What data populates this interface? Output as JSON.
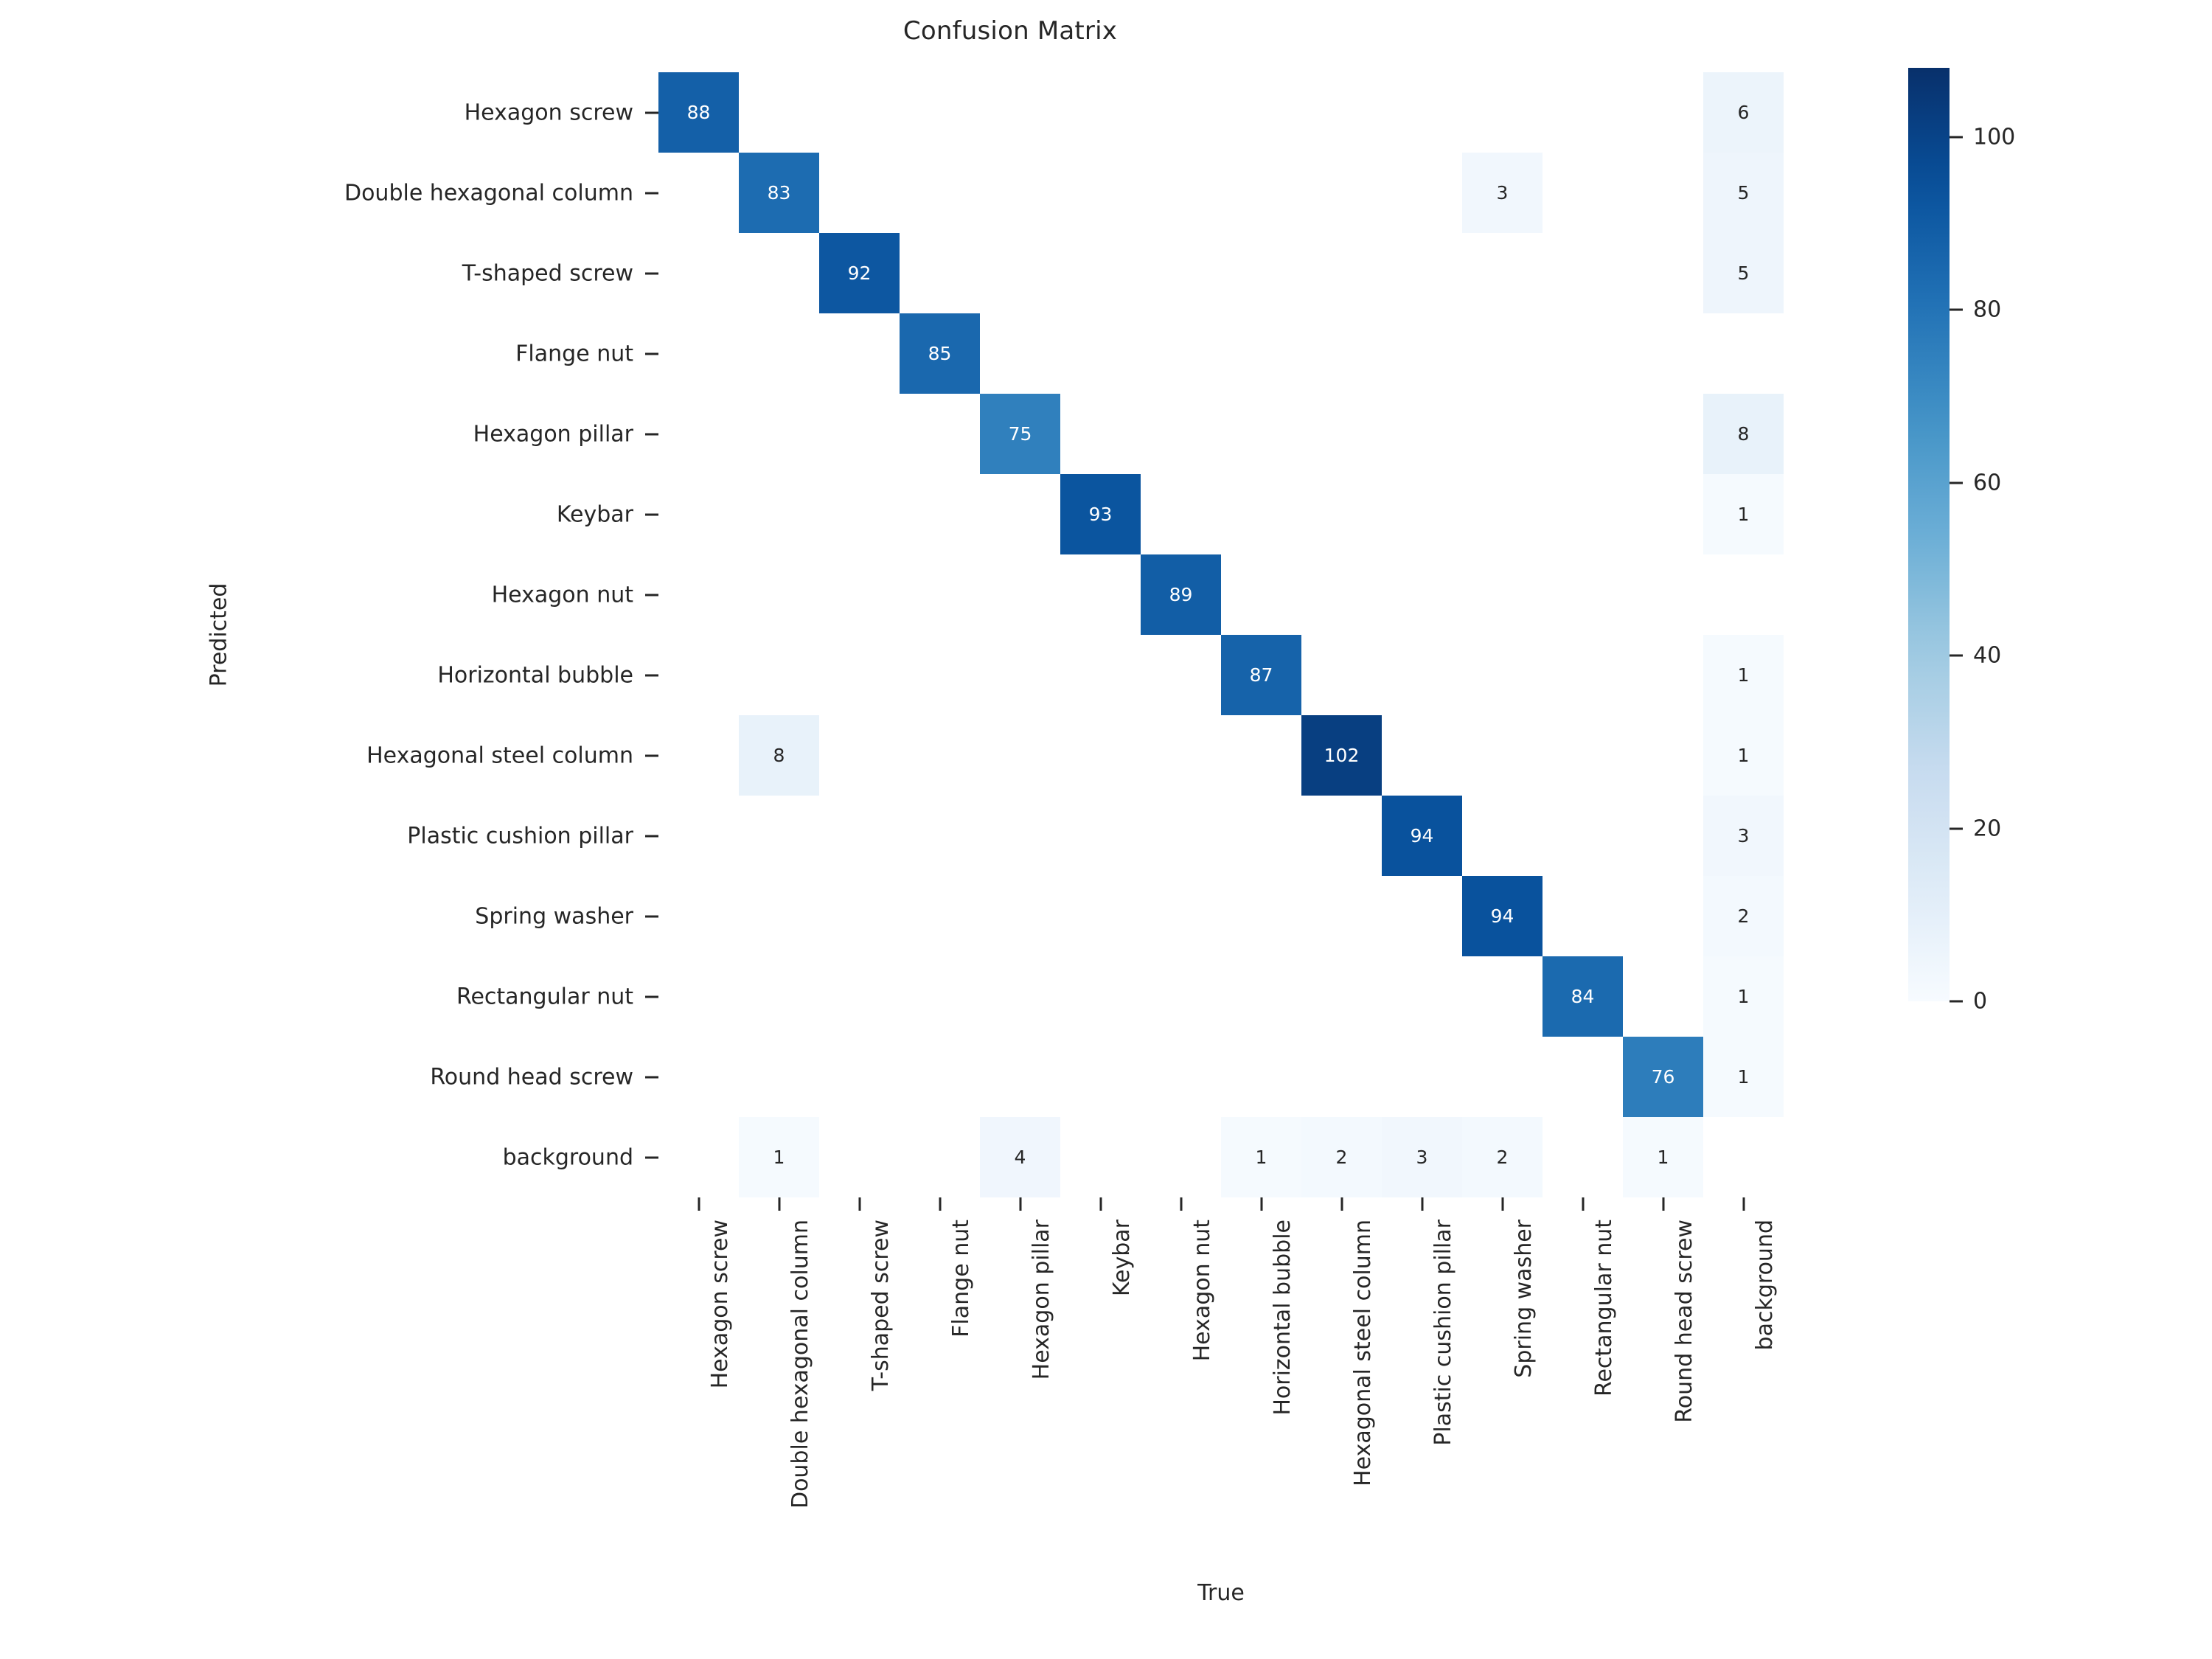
{
  "chart_data": {
    "type": "heatmap",
    "title": "Confusion Matrix",
    "xlabel": "True",
    "ylabel": "Predicted",
    "colormap": "Blues",
    "grid": false,
    "legend_position": "right-colorbar",
    "colorbar": {
      "ticks": [
        0,
        20,
        40,
        60,
        80,
        100
      ],
      "tick_labels": [
        "0",
        "20",
        "40",
        "60",
        "80",
        "100"
      ],
      "vmin": 0,
      "vmax": 108
    },
    "x_categories": [
      "Hexagon screw",
      "Double hexagonal column",
      "T-shaped screw",
      "Flange nut",
      "Hexagon pillar",
      "Keybar",
      "Hexagon nut",
      "Horizontal bubble",
      "Hexagonal steel column",
      "Plastic cushion pillar",
      "Spring washer",
      "Rectangular nut",
      "Round head screw",
      "background"
    ],
    "y_categories": [
      "Hexagon screw",
      "Double hexagonal column",
      "T-shaped screw",
      "Flange nut",
      "Hexagon pillar",
      "Keybar",
      "Hexagon nut",
      "Horizontal bubble",
      "Hexagonal steel column",
      "Plastic cushion pillar",
      "Spring washer",
      "Rectangular nut",
      "Round head screw",
      "background"
    ],
    "matrix": [
      [
        88,
        0,
        0,
        0,
        0,
        0,
        0,
        0,
        0,
        0,
        0,
        0,
        0,
        6
      ],
      [
        0,
        83,
        0,
        0,
        0,
        0,
        0,
        0,
        0,
        0,
        3,
        0,
        0,
        5
      ],
      [
        0,
        0,
        92,
        0,
        0,
        0,
        0,
        0,
        0,
        0,
        0,
        0,
        0,
        5
      ],
      [
        0,
        0,
        0,
        85,
        0,
        0,
        0,
        0,
        0,
        0,
        0,
        0,
        0,
        0
      ],
      [
        0,
        0,
        0,
        0,
        75,
        0,
        0,
        0,
        0,
        0,
        0,
        0,
        0,
        8
      ],
      [
        0,
        0,
        0,
        0,
        0,
        93,
        0,
        0,
        0,
        0,
        0,
        0,
        0,
        1
      ],
      [
        0,
        0,
        0,
        0,
        0,
        0,
        89,
        0,
        0,
        0,
        0,
        0,
        0,
        0
      ],
      [
        0,
        0,
        0,
        0,
        0,
        0,
        0,
        87,
        0,
        0,
        0,
        0,
        0,
        1
      ],
      [
        0,
        8,
        0,
        0,
        0,
        0,
        0,
        0,
        102,
        0,
        0,
        0,
        0,
        1
      ],
      [
        0,
        0,
        0,
        0,
        0,
        0,
        0,
        0,
        0,
        94,
        0,
        0,
        0,
        3
      ],
      [
        0,
        0,
        0,
        0,
        0,
        0,
        0,
        0,
        0,
        0,
        94,
        0,
        0,
        2
      ],
      [
        0,
        0,
        0,
        0,
        0,
        0,
        0,
        0,
        0,
        0,
        0,
        84,
        0,
        1
      ],
      [
        0,
        0,
        0,
        0,
        0,
        0,
        0,
        0,
        0,
        0,
        0,
        0,
        76,
        1
      ],
      [
        0,
        1,
        0,
        0,
        4,
        0,
        0,
        1,
        2,
        3,
        2,
        0,
        1,
        0
      ]
    ],
    "annotations": [
      {
        "row": 0,
        "col": 0,
        "text": "88"
      },
      {
        "row": 0,
        "col": 13,
        "text": "6"
      },
      {
        "row": 1,
        "col": 1,
        "text": "83"
      },
      {
        "row": 1,
        "col": 10,
        "text": "3"
      },
      {
        "row": 1,
        "col": 13,
        "text": "5"
      },
      {
        "row": 2,
        "col": 2,
        "text": "92"
      },
      {
        "row": 2,
        "col": 13,
        "text": "5"
      },
      {
        "row": 3,
        "col": 3,
        "text": "85"
      },
      {
        "row": 4,
        "col": 4,
        "text": "75"
      },
      {
        "row": 4,
        "col": 13,
        "text": "8"
      },
      {
        "row": 5,
        "col": 5,
        "text": "93"
      },
      {
        "row": 5,
        "col": 13,
        "text": "1"
      },
      {
        "row": 6,
        "col": 6,
        "text": "89"
      },
      {
        "row": 7,
        "col": 7,
        "text": "87"
      },
      {
        "row": 7,
        "col": 13,
        "text": "1"
      },
      {
        "row": 8,
        "col": 1,
        "text": "8"
      },
      {
        "row": 8,
        "col": 8,
        "text": "102"
      },
      {
        "row": 8,
        "col": 13,
        "text": "1"
      },
      {
        "row": 9,
        "col": 9,
        "text": "94"
      },
      {
        "row": 9,
        "col": 13,
        "text": "3"
      },
      {
        "row": 10,
        "col": 10,
        "text": "94"
      },
      {
        "row": 10,
        "col": 13,
        "text": "2"
      },
      {
        "row": 11,
        "col": 11,
        "text": "84"
      },
      {
        "row": 11,
        "col": 13,
        "text": "1"
      },
      {
        "row": 12,
        "col": 12,
        "text": "76"
      },
      {
        "row": 12,
        "col": 13,
        "text": "1"
      },
      {
        "row": 13,
        "col": 1,
        "text": "1"
      },
      {
        "row": 13,
        "col": 4,
        "text": "4"
      },
      {
        "row": 13,
        "col": 7,
        "text": "1"
      },
      {
        "row": 13,
        "col": 8,
        "text": "2"
      },
      {
        "row": 13,
        "col": 9,
        "text": "3"
      },
      {
        "row": 13,
        "col": 10,
        "text": "2"
      },
      {
        "row": 13,
        "col": 12,
        "text": "1"
      }
    ]
  },
  "colors": {
    "text": "#262626",
    "background": "#ffffff",
    "cmap_low": "#f7fbff",
    "cmap_high": "#08306b",
    "annotation_light": "#ffffff",
    "annotation_dark": "#262626"
  }
}
